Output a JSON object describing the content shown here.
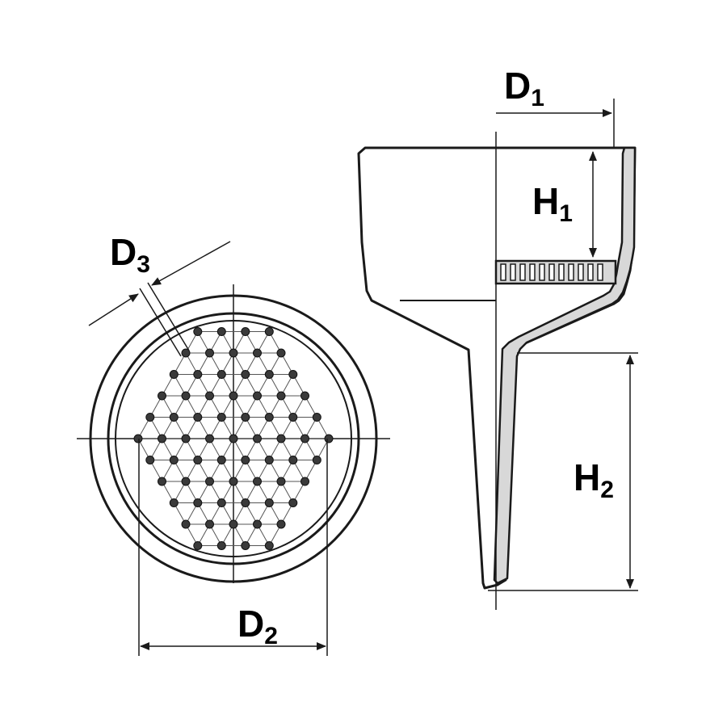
{
  "colors": {
    "outline": "#1a1a1a",
    "background": "#ffffff",
    "wall_fill": "#d8d8d8"
  },
  "top_view": {
    "hole_rows": [
      4,
      5,
      6,
      7,
      8,
      9,
      8,
      7,
      6,
      5,
      4
    ]
  },
  "labels": {
    "d1": {
      "main": "D",
      "sub": "1"
    },
    "d2": {
      "main": "D",
      "sub": "2"
    },
    "d3": {
      "main": "D",
      "sub": "3"
    },
    "h1": {
      "main": "H",
      "sub": "1"
    },
    "h2": {
      "main": "H",
      "sub": "2"
    }
  }
}
